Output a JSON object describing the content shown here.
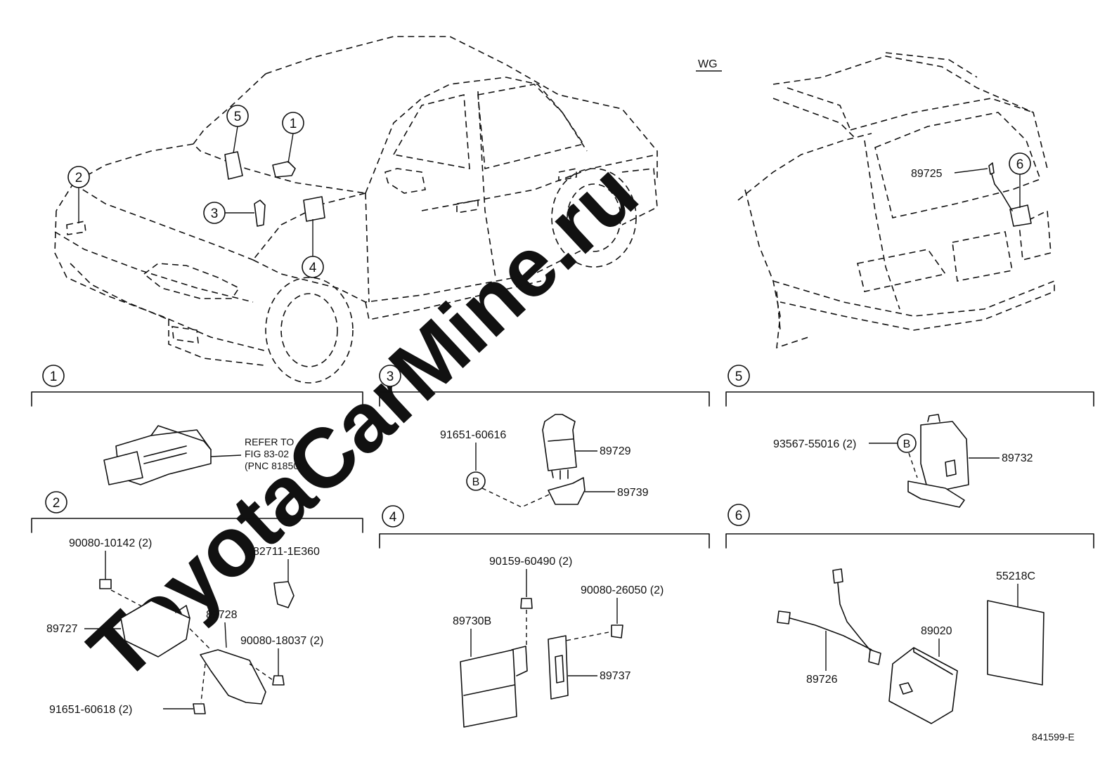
{
  "watermark": "ToyotaCarMine.ru",
  "variant_label": "WG",
  "figure_code": "841599-E",
  "location_markers": [
    "1",
    "2",
    "3",
    "4",
    "5",
    "6"
  ],
  "callout_B": "B",
  "sections": {
    "s1": {
      "number": "1",
      "refer_lines": [
        "REFER TO",
        "FIG 83-02",
        "(PNC 81850K)"
      ]
    },
    "s2": {
      "number": "2",
      "labels": {
        "p90080_10142": "90080-10142 (2)",
        "p82711_1E360": "82711-1E360",
        "p89727": "89727",
        "p89728": "89728",
        "p90080_18037": "90080-18037 (2)",
        "p91651_60618": "91651-60618 (2)"
      }
    },
    "s3": {
      "number": "3",
      "labels": {
        "p91651_60616": "91651-60616",
        "p89729": "89729",
        "p89739": "89739"
      }
    },
    "s4": {
      "number": "4",
      "labels": {
        "p90159_60490": "90159-60490 (2)",
        "p90080_26050": "90080-26050 (2)",
        "p89730B": "89730B",
        "p89737": "89737"
      }
    },
    "s5": {
      "number": "5",
      "labels": {
        "p93567_55016": "93567-55016 (2)",
        "p89732": "89732"
      }
    },
    "s6": {
      "number": "6",
      "labels": {
        "p55218C": "55218C",
        "p89020": "89020",
        "p89726": "89726"
      }
    },
    "wagon": {
      "p89725": "89725"
    }
  }
}
